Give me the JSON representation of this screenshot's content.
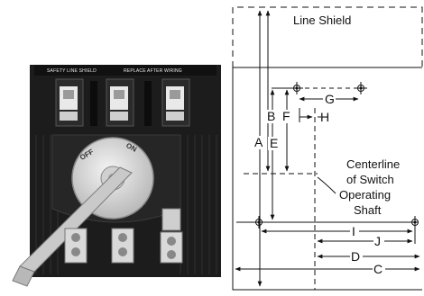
{
  "photo": {
    "strip_labels": [
      "SAFETY LINE SHIELD",
      "REPLACE AFTER WIRING"
    ],
    "dial_marks": [
      "OFF",
      "ON"
    ]
  },
  "drawing": {
    "line_shield_label": "Line Shield",
    "centerline_label": [
      "Centerline",
      "of Switch",
      "Operating",
      "Shaft"
    ],
    "dimension_letters": [
      "A",
      "B",
      "C",
      "D",
      "E",
      "F",
      "G",
      "H",
      "I",
      "J"
    ]
  }
}
